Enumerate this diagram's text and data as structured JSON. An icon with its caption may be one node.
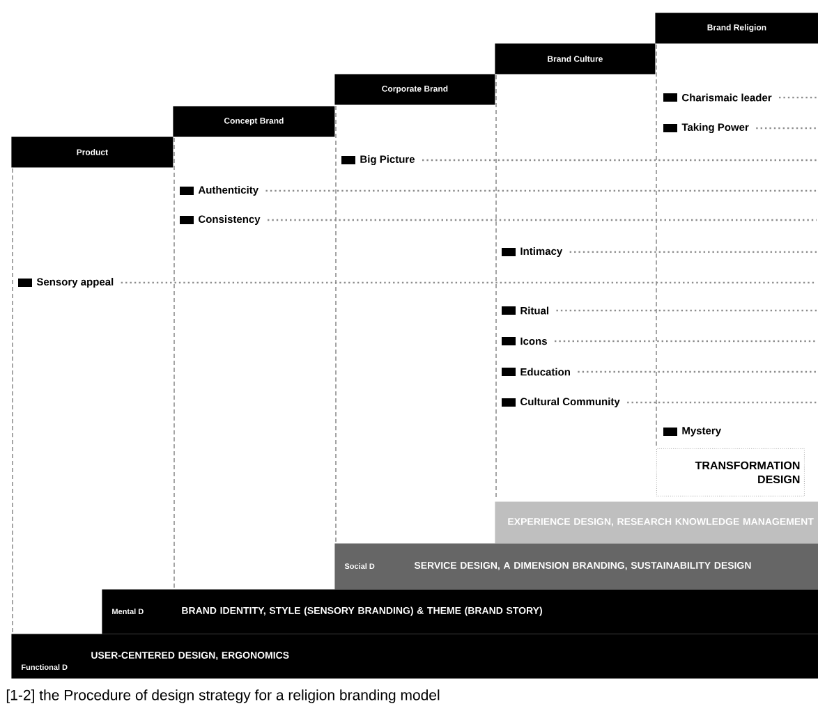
{
  "diagram": {
    "caption": "[1-2] the Procedure of design strategy for a religion branding model",
    "nodes": [
      {
        "text": [
          "Product"
        ]
      },
      {
        "text": [
          "Concept Brand"
        ]
      },
      {
        "text": [
          "Corporate Brand"
        ]
      },
      {
        "text": [
          "Brand Culture"
        ]
      },
      {
        "text": [
          "Brand Religion"
        ]
      },
      {
        "text": [
          "TRANSFORMATION DESIGN"
        ]
      },
      {
        "text": [
          "EXPERIENCE DESIGN, RESEARCH KNOWLEDGE MANAGEMENT"
        ]
      },
      {
        "text": [
          "Social D",
          "SERVICE DESIGN, A DIMENSION BRANDING, SUSTAINABILITY DESIGN"
        ]
      },
      {
        "text": [
          "Mental D",
          "BRAND IDENTITY, STYLE (SENSORY BRANDING) & THEME (BRAND STORY)"
        ]
      },
      {
        "text": [
          "Functional D",
          "USER-CENTERED DESIGN, ERGONOMICS"
        ]
      }
    ],
    "edges": [],
    "labels": [
      "Charismaic leader",
      "Taking Power",
      "Big Picture",
      "Authenticity",
      "Consistency",
      "Intimacy",
      "Sensory appeal",
      "Ritual",
      "Icons",
      "Education",
      "Cultural Community",
      "Mystery"
    ]
  }
}
